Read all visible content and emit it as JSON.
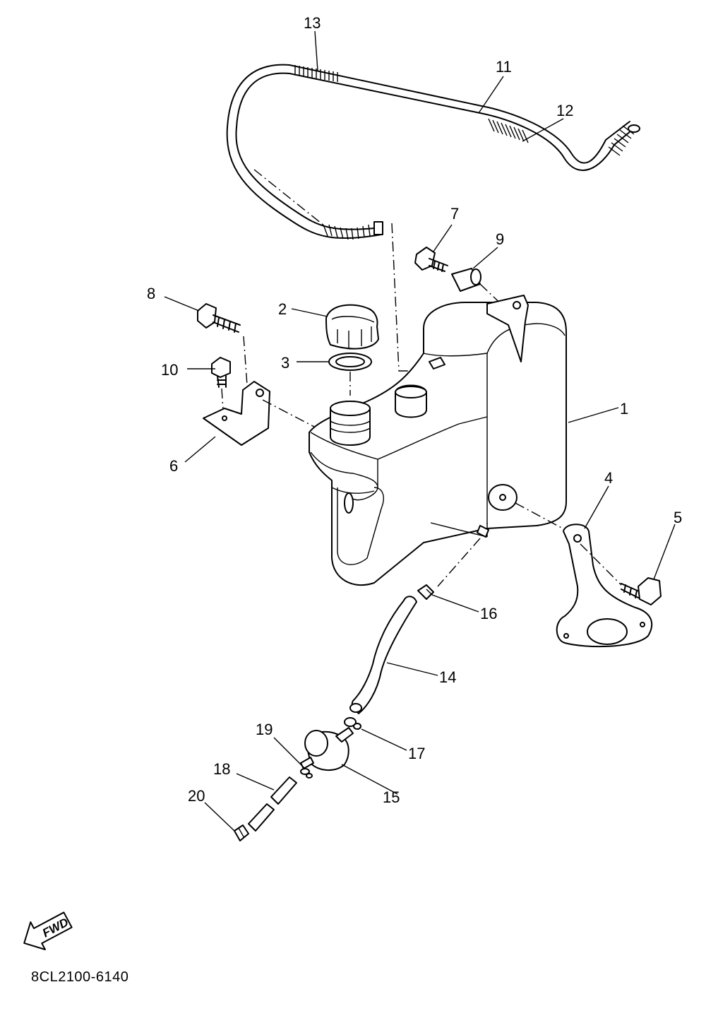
{
  "diagram": {
    "part_code": "8CL2100-6140",
    "fwd_label": "FWD",
    "callouts": [
      "1",
      "2",
      "3",
      "4",
      "5",
      "6",
      "7",
      "8",
      "9",
      "10",
      "11",
      "12",
      "13",
      "14",
      "15",
      "16",
      "17",
      "18",
      "19",
      "20"
    ]
  }
}
